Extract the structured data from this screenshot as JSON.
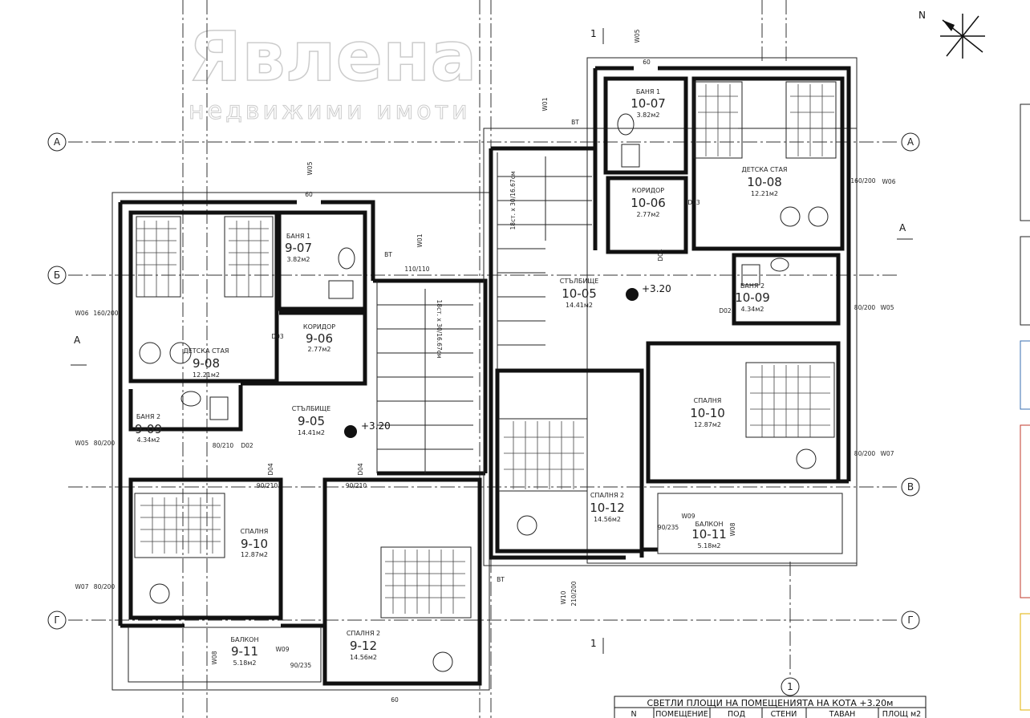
{
  "grid_axes": {
    "a": "A",
    "b": "Б",
    "v": "В",
    "g": "Г",
    "one": "1"
  },
  "section_marks": {
    "one_top": "1",
    "one_bottom": "1",
    "a_left": "A",
    "a_right": "A"
  },
  "level": "+3.20",
  "bt_label": "ВТ",
  "stair_note": "18ст. х 30/16.67см",
  "watermark": {
    "brand": "Явлена",
    "sub": "недвижими имоти"
  },
  "left_unit": {
    "rooms": [
      {
        "name": "ДЕТСКА СТАЯ",
        "num": "9-08",
        "area": "12.21м2"
      },
      {
        "name": "БАНЯ 1",
        "num": "9-07",
        "area": "3.82м2"
      },
      {
        "name": "КОРИДОР",
        "num": "9-06",
        "area": "2.77м2"
      },
      {
        "name": "СТЪЛБИЩЕ",
        "num": "9-05",
        "area": "14.41м2"
      },
      {
        "name": "БАНЯ 2",
        "num": "9-09",
        "area": "4.34м2"
      },
      {
        "name": "СПАЛНЯ",
        "num": "9-10",
        "area": "12.87м2"
      },
      {
        "name": "СПАЛНЯ 2",
        "num": "9-12",
        "area": "14.56м2"
      },
      {
        "name": "БАЛКОН",
        "num": "9-11",
        "area": "5.18м2"
      }
    ]
  },
  "right_unit": {
    "rooms": [
      {
        "name": "БАНЯ 1",
        "num": "10-07",
        "area": "3.82м2"
      },
      {
        "name": "ДЕТСКА СТАЯ",
        "num": "10-08",
        "area": "12.21м2"
      },
      {
        "name": "КОРИДОР",
        "num": "10-06",
        "area": "2.77м2"
      },
      {
        "name": "СТЪЛБИЩЕ",
        "num": "10-05",
        "area": "14.41м2"
      },
      {
        "name": "БАНЯ 2",
        "num": "10-09",
        "area": "4.34м2"
      },
      {
        "name": "СПАЛНЯ",
        "num": "10-10",
        "area": "12.87м2"
      },
      {
        "name": "СПАЛНЯ 2",
        "num": "10-12",
        "area": "14.56м2"
      },
      {
        "name": "БАЛКОН",
        "num": "10-11",
        "area": "5.18м2"
      }
    ]
  },
  "tags": {
    "d02": "D02",
    "d03": "D03",
    "d04": "D04",
    "w01": "W01",
    "w05": "W05",
    "w06": "W06",
    "w07": "W07",
    "w08": "W08",
    "w09": "W09",
    "w10": "W10"
  },
  "dims": {
    "d60": "60",
    "d80_200": "80/200",
    "d160_200": "160/200",
    "d80_210": "80/210",
    "d90_210": "90/210",
    "d90_235": "90/235",
    "d110_110": "110/110",
    "d210_200": "210/200"
  },
  "table": {
    "title": "СВЕТЛИ ПЛОЩИ НА ПОМЕЩЕНИЯТА НА КОТА +3.20м",
    "headers": [
      "N",
      "ПОМЕЩЕНИЕ",
      "ПОД",
      "СТЕНИ",
      "ТАВАН",
      "ПЛОЩ м2"
    ]
  }
}
